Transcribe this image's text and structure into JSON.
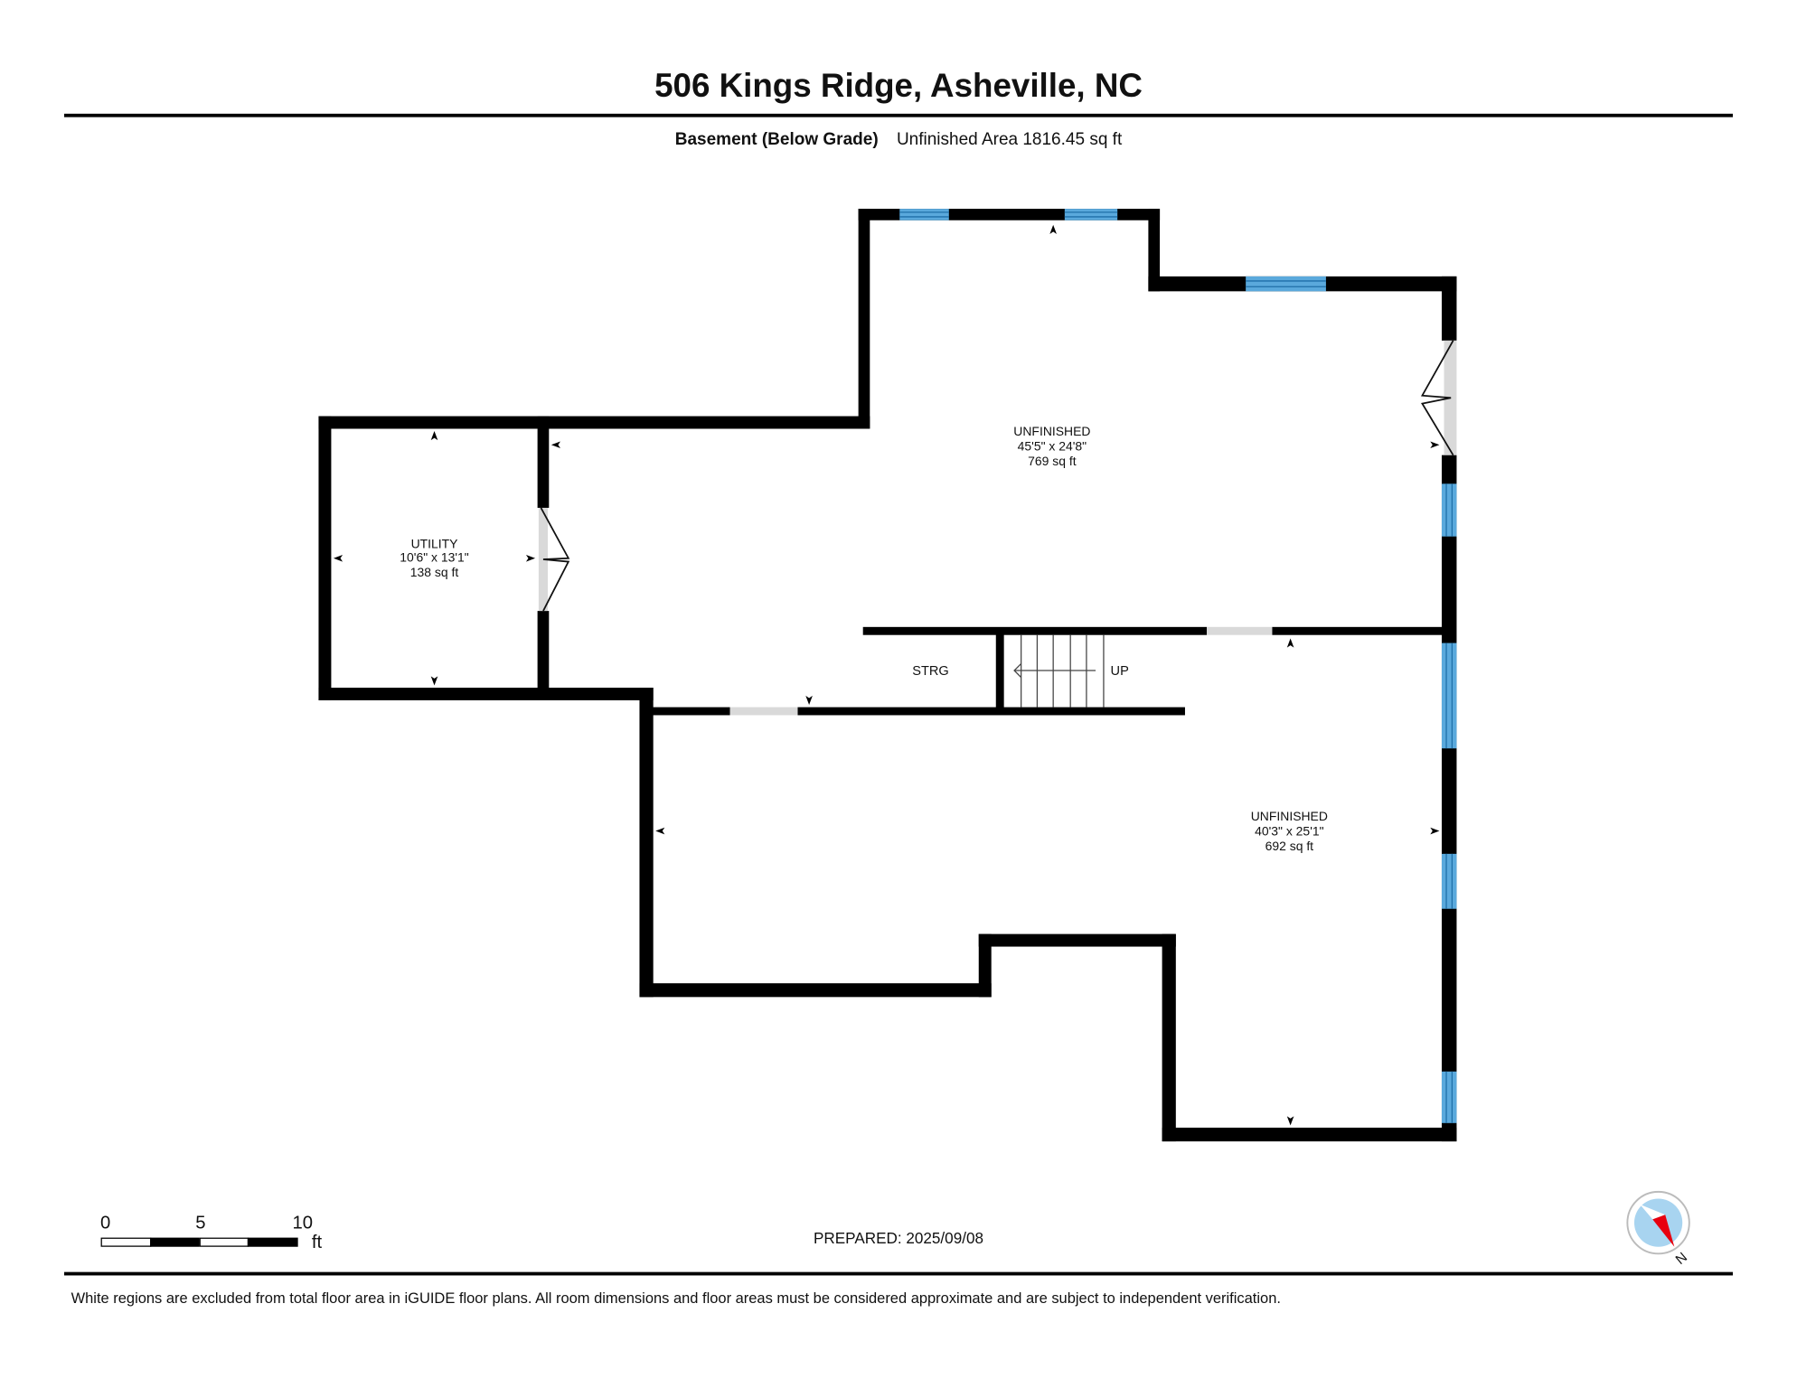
{
  "header": {
    "title": "506 Kings Ridge, Asheville, NC",
    "floor_label": "Basement (Below Grade)",
    "area_label": "Unfinished Area 1816.45 sq ft"
  },
  "rooms": [
    {
      "name": "UNFINISHED",
      "dims": "45'5\" x 24'8\"",
      "area": "769 sq ft"
    },
    {
      "name": "UTILITY",
      "dims": "10'6\" x 13'1\"",
      "area": "138 sq ft"
    },
    {
      "name": "UNFINISHED",
      "dims": "40'3\" x 25'1\"",
      "area": "692 sq ft"
    },
    {
      "name": "STRG"
    }
  ],
  "stairs": {
    "label": "UP"
  },
  "scale_bar": {
    "ticks": [
      "0",
      "5",
      "10"
    ],
    "unit": "ft"
  },
  "prepared": "PREPARED: 2025/09/08",
  "compass": {
    "label": "N"
  },
  "footer": {
    "disclaimer": "White regions are excluded from total floor area in iGUIDE floor plans. All room dimensions and floor areas must be considered approximate and are subject to independent verification."
  },
  "colors": {
    "wall": "#000000",
    "window": "#5aa9dc",
    "window_line": "#1f6fa8",
    "door_opening": "#d9d9d9",
    "compass_red": "#e8000f",
    "compass_blue": "#a8d4f0"
  }
}
